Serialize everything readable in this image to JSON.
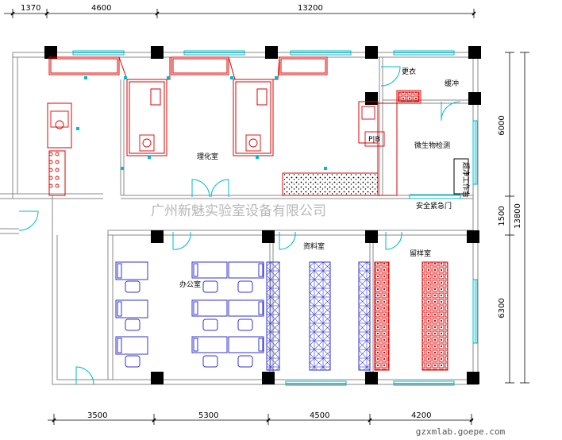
{
  "dimensions": {
    "top": [
      "1370",
      "4600",
      "13200"
    ],
    "bottom": [
      "3500",
      "5300",
      "4500",
      "4200"
    ],
    "right": [
      "6000",
      "1500",
      "6300"
    ],
    "right_total": "13800"
  },
  "rooms": {
    "physchem": "理化室",
    "changing": "更衣",
    "buffer": "缓冲",
    "micro": "微生物检测",
    "clean_bench": "超净工作台",
    "safety_door": "安全紧急门",
    "data": "资料室",
    "sample": "留样室",
    "office": "办公室"
  },
  "watermark": "广州新魅实验室设备有限公司",
  "source": "gzxmlab.goepe.com"
}
